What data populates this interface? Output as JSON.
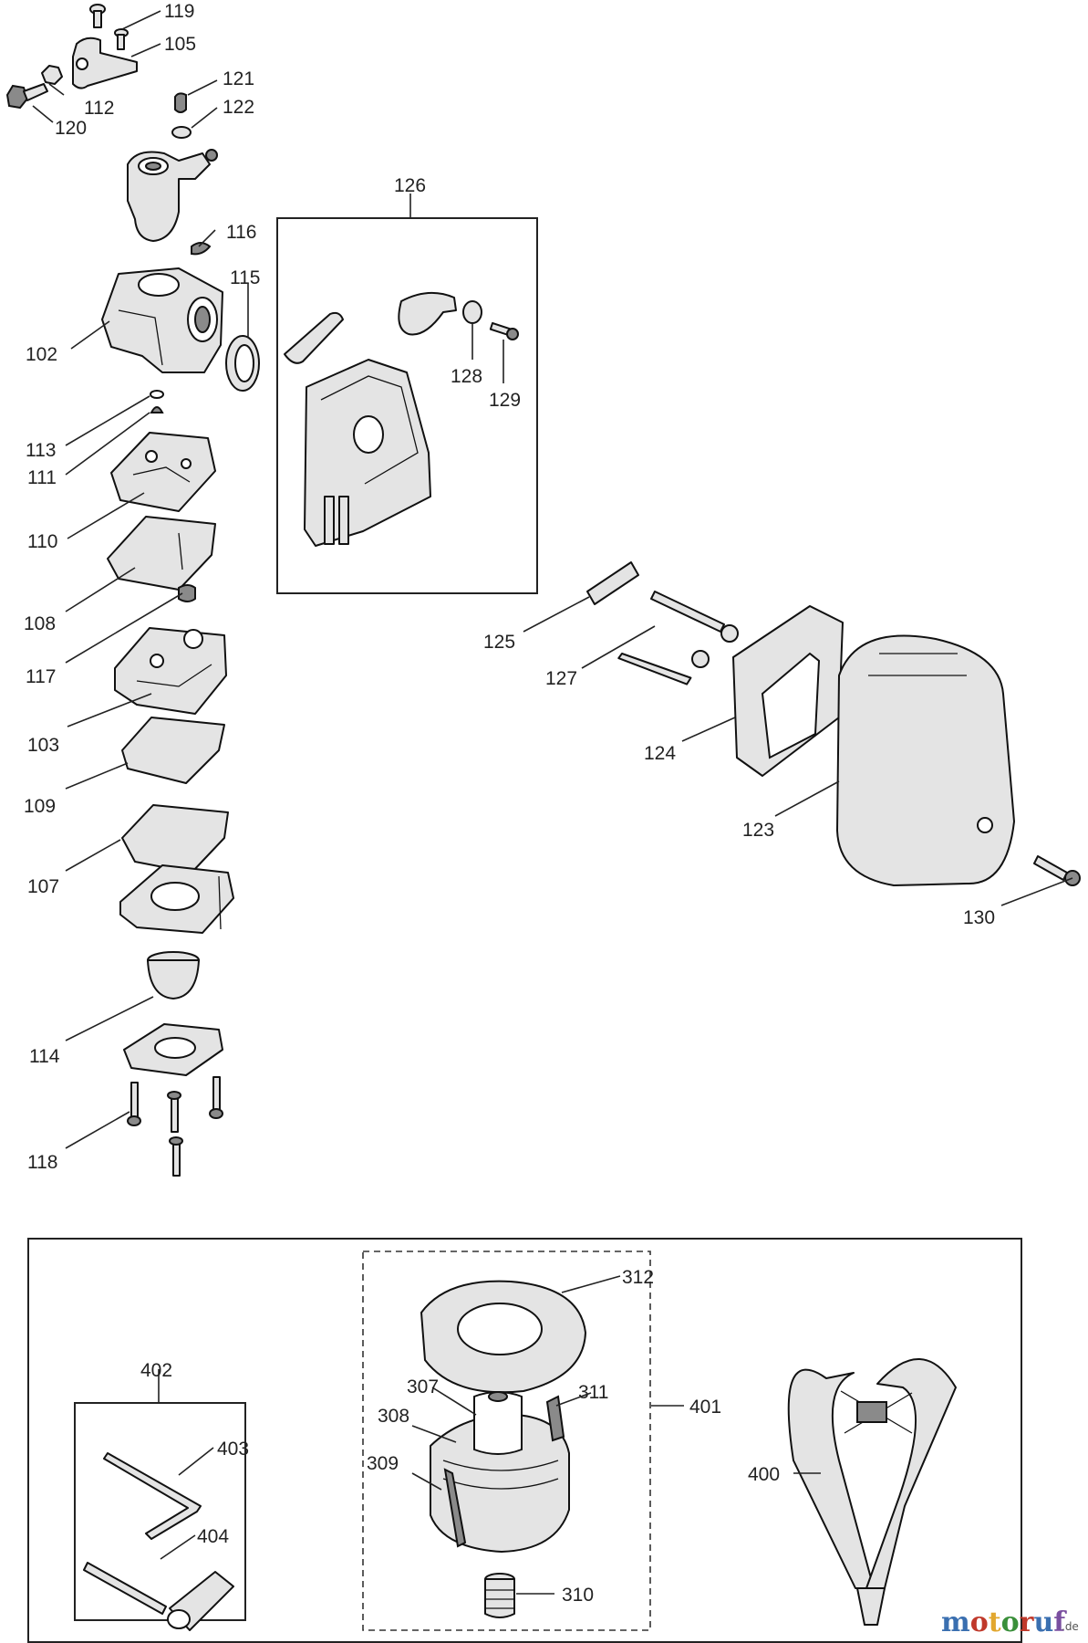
{
  "labels": {
    "l119": "119",
    "l105": "105",
    "l121": "121",
    "l112": "112",
    "l122": "122",
    "l120": "120",
    "l126": "126",
    "l116": "116",
    "l115": "115",
    "l102": "102",
    "l128": "128",
    "l129": "129",
    "l113": "113",
    "l111": "111",
    "l110": "110",
    "l108": "108",
    "l117": "117",
    "l125": "125",
    "l127": "127",
    "l103": "103",
    "l124": "124",
    "l109": "109",
    "l123": "123",
    "l107": "107",
    "l130": "130",
    "l114": "114",
    "l118": "118",
    "l312": "312",
    "l402": "402",
    "l307": "307",
    "l311": "311",
    "l401": "401",
    "l308": "308",
    "l403": "403",
    "l309": "309",
    "l400": "400",
    "l404": "404",
    "l310": "310"
  },
  "watermark": {
    "letters": [
      "m",
      "o",
      "t",
      "o",
      "r",
      "u",
      "f"
    ],
    "letter_colors": [
      "#3a6fb0",
      "#c0392b",
      "#e2a72e",
      "#3a8f3a",
      "#c0392b",
      "#3a6fb0",
      "#7a4fa0"
    ],
    "suffix": ".de"
  }
}
